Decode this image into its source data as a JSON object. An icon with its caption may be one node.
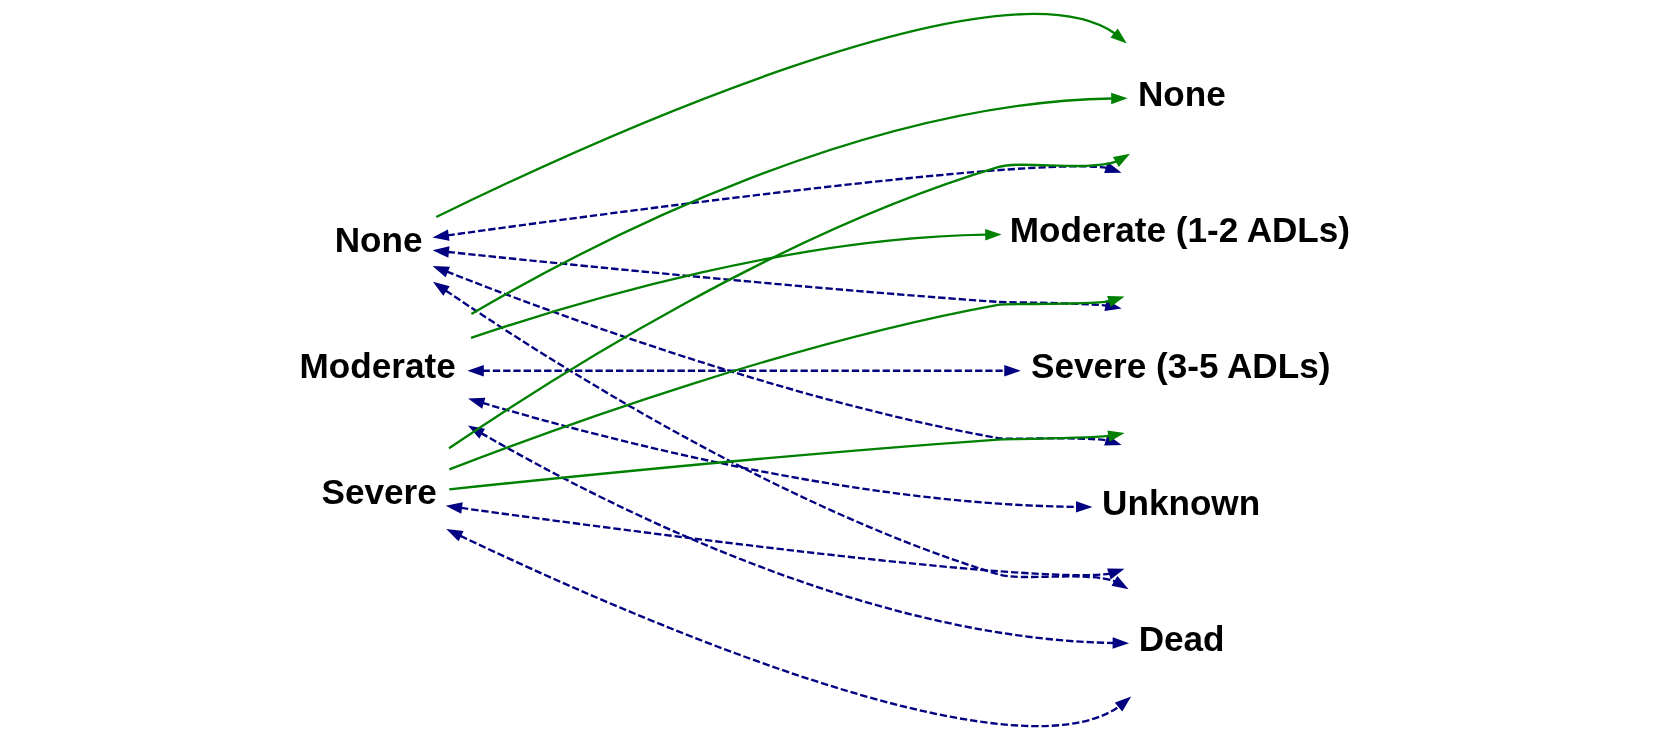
{
  "diagram": {
    "nodes": [
      {
        "text": [
          "None"
        ]
      },
      {
        "text": [
          "Moderate"
        ]
      },
      {
        "text": [
          "Severe"
        ]
      },
      {
        "text": [
          "None"
        ]
      },
      {
        "text": [
          "Moderate (1-2 ADLs)"
        ]
      },
      {
        "text": [
          "Severe (3-5 ADLs)"
        ]
      },
      {
        "text": [
          "Unknown"
        ]
      },
      {
        "text": [
          "Dead"
        ]
      }
    ],
    "edges": [
      {
        "from": 0,
        "to": 3,
        "arrow": "to",
        "color": "#008000"
      },
      {
        "from": 0,
        "to": 4,
        "arrow": "both",
        "style": "dashed"
      },
      {
        "from": 0,
        "to": 5,
        "arrow": "both",
        "style": "dashed"
      },
      {
        "from": 0,
        "to": 6,
        "arrow": "both",
        "style": "dashed"
      },
      {
        "from": 0,
        "to": 7,
        "arrow": "both",
        "style": "dashed"
      },
      {
        "from": 1,
        "to": 3,
        "arrow": "to",
        "color": "#008000"
      },
      {
        "from": 1,
        "to": 4,
        "arrow": "to",
        "color": "#008000"
      },
      {
        "from": 1,
        "to": 5,
        "arrow": "both",
        "style": "dashed"
      },
      {
        "from": 1,
        "to": 6,
        "arrow": "both",
        "style": "dashed"
      },
      {
        "from": 1,
        "to": 7,
        "arrow": "both",
        "style": "dashed"
      },
      {
        "from": 2,
        "to": 3,
        "arrow": "to",
        "color": "#008000"
      },
      {
        "from": 2,
        "to": 4,
        "arrow": "to",
        "color": "#008000"
      },
      {
        "from": 2,
        "to": 5,
        "arrow": "to",
        "color": "#008000"
      },
      {
        "from": 2,
        "to": 6,
        "arrow": "both",
        "style": "dashed"
      },
      {
        "from": 2,
        "to": 7,
        "arrow": "both",
        "style": "dashed"
      }
    ]
  }
}
